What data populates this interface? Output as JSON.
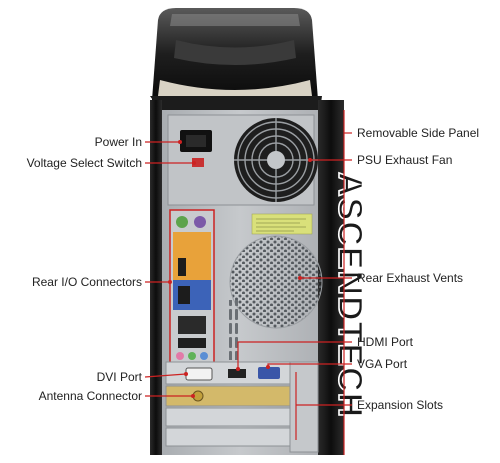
{
  "diagram": {
    "watermark": "ASCENDTECH",
    "colors": {
      "callout_line": "#cc2222",
      "case_black": "#151515",
      "metal": "#b9bcbf",
      "io_orange": "#e8a23a",
      "io_blue": "#3c63b8"
    },
    "labels": {
      "power_in": "Power In",
      "voltage_select": "Voltage Select Switch",
      "rear_io": "Rear I/O Connectors",
      "dvi_port": "DVI Port",
      "antenna": "Antenna Connector",
      "side_panel": "Removable Side Panel",
      "psu_fan": "PSU Exhaust Fan",
      "exhaust_vents": "Rear Exhaust Vents",
      "hdmi_port": "HDMI Port",
      "vga_port": "VGA Port",
      "expansion_slots": "Expansion Slots"
    }
  }
}
